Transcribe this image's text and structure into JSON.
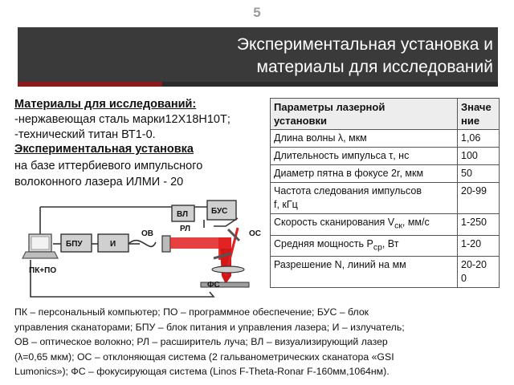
{
  "slide": {
    "number": "5"
  },
  "title": {
    "line1": "Экспериментальная установка и",
    "line2": "материалы для исследований"
  },
  "materials": {
    "heading": "Материалы для исследований:",
    "item1": "-нержавеющая сталь марки12Х18Н10Т;",
    "item2": "-технический титан ВТ1-0."
  },
  "setup": {
    "heading": "Экспериментальная установка",
    "line1": "на базе иттербиевого импульсного",
    "line2": "волоконного лазера ИЛМИ - 20"
  },
  "table": {
    "header": {
      "param_line1": "Параметры лазерной",
      "param_line2": "установки",
      "value_line1": "Значе",
      "value_line2": "ние"
    },
    "rows": [
      {
        "param": "Длина волны λ, мкм",
        "value": "1,06"
      },
      {
        "param": "Длительность импульса τ, нс",
        "value": "100"
      },
      {
        "param": "Диаметр пятна в фокусе 2r, мкм",
        "value": "50"
      },
      {
        "param_line1": "Частота следования импульсов",
        "param_line2": "f, кГц",
        "value": "20-99"
      },
      {
        "param_prefix": "Скорость сканирования V",
        "param_sub": "ск",
        "param_suffix": ", мм/с",
        "value": "1-250"
      },
      {
        "param_prefix": "Средняя мощность P",
        "param_sub": "ср",
        "param_suffix": ", Вт",
        "value": "1-20"
      },
      {
        "param": "Разрешение N, линий на мм",
        "value_line1": "20-20",
        "value_line2": "0"
      }
    ]
  },
  "diagram": {
    "labels": {
      "pc": "ПК+ПО",
      "bpu": "БПУ",
      "emitter": "И",
      "ov": "ОВ",
      "rl": "РЛ",
      "vl": "ВЛ",
      "bus": "БУС",
      "os": "ОС",
      "fs": "ФС"
    }
  },
  "caption": {
    "line1": "ПК – персональный компьютер; ПО – программное обеспечение; БУС – блок",
    "line2": "управления сканаторами; БПУ – блок питания и управления лазера; И – излучатель;",
    "line3": "ОВ – оптическое волокно; РЛ – расширитель луча; ВЛ – визуализирующий лазер",
    "line4": "(λ=0,65 мкм); ОС – отклоняющая система (2 гальванометрических сканатора «GSI",
    "line5": "Lumonics»); ФС – фокусирующая система (Linos F-Theta-Ronar F-160мм,1064нм)."
  },
  "colors": {
    "title_bar": "#3a3a3a",
    "accent": "#8b1a1a",
    "beam": "#e02020"
  }
}
